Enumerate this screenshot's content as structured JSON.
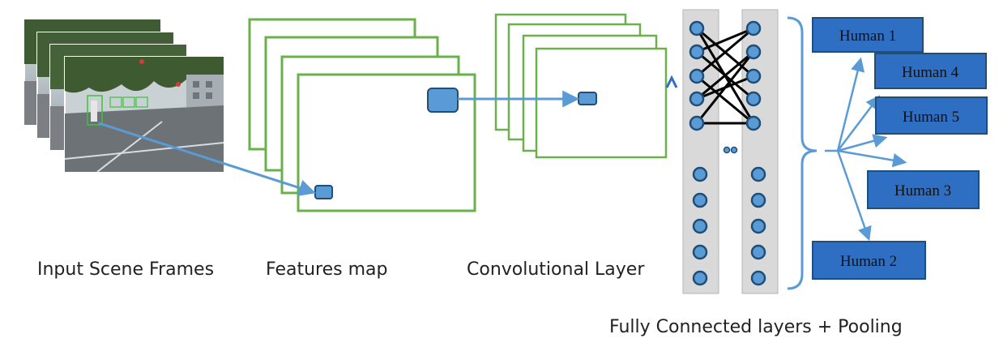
{
  "captions": {
    "input_frames": "Input Scene Frames",
    "features_map": "Features map",
    "conv_layer": "Convolutional Layer",
    "fc_pooling": "Fully Connected layers + Pooling"
  },
  "outputs": [
    {
      "label": "Human 1"
    },
    {
      "label": "Human 4"
    },
    {
      "label": "Human 5"
    },
    {
      "label": "Human 3"
    },
    {
      "label": "Human 2"
    }
  ],
  "colors": {
    "frame_border": "#6ab04c",
    "arrow": "#5b9bd5",
    "node_fill": "#5b9bd5",
    "node_stroke": "#1f4e79",
    "column_fill": "#d9d9d9",
    "output_fill": "#2e6fc4",
    "output_stroke": "#1f4e79"
  }
}
